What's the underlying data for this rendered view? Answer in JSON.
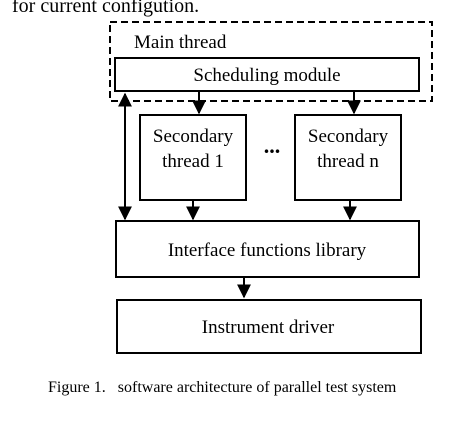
{
  "header_text": "for current configution.",
  "diagram": {
    "main_thread_label": "Main thread",
    "scheduling_module_label": "Scheduling module",
    "secondary_thread_1_label": [
      "Secondary",
      "thread 1"
    ],
    "ellipsis": "...",
    "secondary_thread_n_label": [
      "Secondary",
      "thread n"
    ],
    "interface_library_label": "Interface functions library",
    "instrument_driver_label": "Instrument driver"
  },
  "caption": "Figure 1.   software architecture of parallel test system",
  "colors": {
    "stroke": "#000000",
    "text": "#000000",
    "background": "#ffffff"
  }
}
